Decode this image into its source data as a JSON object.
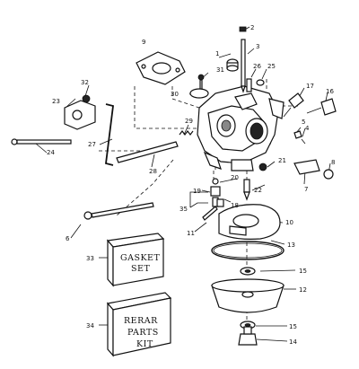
{
  "callouts": [
    "1",
    "2",
    "3",
    "4",
    "5",
    "6",
    "7",
    "8",
    "9",
    "10",
    "11",
    "12",
    "13",
    "14",
    "15",
    "15",
    "16",
    "17",
    "18",
    "19",
    "20",
    "21",
    "22",
    "23",
    "24",
    "25",
    "26",
    "27",
    "28",
    "29",
    "30",
    "31",
    "32",
    "33",
    "34",
    "35"
  ],
  "boxes": {
    "gasket_set": [
      "GASKET",
      "SET"
    ],
    "repair_parts_kit": [
      "RERAR",
      "PARTS",
      "KIT"
    ]
  }
}
